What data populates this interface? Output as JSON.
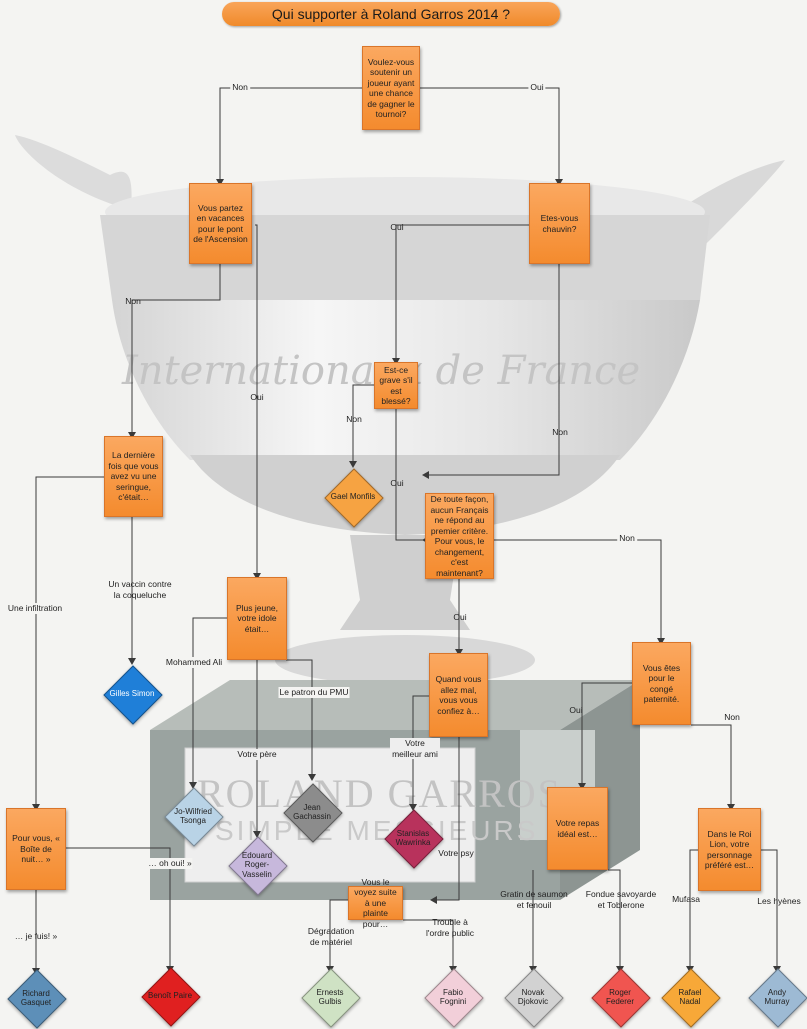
{
  "title": "Qui supporter à Roland Garros 2014 ?",
  "colors": {
    "orange": "#f7953f",
    "gael": "#f6a342",
    "gilles": "#1f7fd8",
    "tsonga": "#b9d3e6",
    "gachassin": "#8c8c8c",
    "stanislas": "#b8325c",
    "edouard": "#c7b8dc",
    "gasquet": "#5d8fb8",
    "paire": "#e02020",
    "gulbis": "#cfe2c4",
    "fognini": "#f2cfd9",
    "djokovic": "#d2d2d2",
    "federer": "#f05550",
    "nadal": "#f7a838",
    "murray": "#9dbad4"
  },
  "questions": {
    "q1": "Voulez-vous soutenir un joueur ayant une chance de gagner le tournoi?",
    "q2": "Vous partez en vacances pour le pont de l'Ascension",
    "q3": "Etes-vous chauvin?",
    "q4": "Est-ce grave s'il est blessé?",
    "q5": "La dernière fois que vous avez vu une seringue, c'était…",
    "q6": "De toute façon, aucun Français ne répond au premier critère. Pour vous, le changement, c'est maintenant?",
    "q7": "Plus jeune, votre idole était…",
    "q8": "Quand vous allez mal, vous vous confiez à…",
    "q9": "Vous êtes pour le congé paternité.",
    "q10": "Pour vous, « Boîte de nuit… »",
    "q11": "Vous le voyez suite à une plainte pour…",
    "q12": "Votre repas idéal est…",
    "q13": "Dans le Roi Lion, votre personnage préféré est…"
  },
  "labels": {
    "non": "Non",
    "oui": "Oui",
    "vaccin": "Un vaccin contre la coqueluche",
    "infiltration": "Une infiltration",
    "ali": "Mohammed Ali",
    "pmu": "Le patron du PMU",
    "pere": "Votre père",
    "meilleur_ami": "Votre meilleur ami",
    "psy": "Votre psy",
    "oh_oui": "… oh oui! »",
    "je_fuis": "… je fuis! »",
    "degradation": "Dégradation de matériel",
    "trouble": "Trouble à l'ordre public",
    "gratin": "Gratin de saumon et fenouil",
    "fondue": "Fondue savoyarde et Toblerone",
    "mufasa": "Mufasa",
    "hyenes": "Les hyènes"
  },
  "players": {
    "gael": "Gael Monfils",
    "gilles": "Gilles Simon",
    "tsonga": "Jo-Wilfried Tsonga",
    "gachassin": "Jean Gachassin",
    "stanislas": "Stanislas Wawrinka",
    "edouard": "Edouard Roger-Vasselin",
    "gasquet": "Richard Gasquet",
    "paire": "Benoît Paire",
    "gulbis": "Ernests Gulbis",
    "fognini": "Fabio Fognini",
    "djokovic": "Novak Djokovic",
    "federer": "Roger Federer",
    "nadal": "Rafael Nadal",
    "murray": "Andy Murray"
  },
  "plaque": {
    "line1": "ROLAND GARROS",
    "line2": "SIMPLE MESSIEURS"
  },
  "engraving": "Internationaux de France"
}
